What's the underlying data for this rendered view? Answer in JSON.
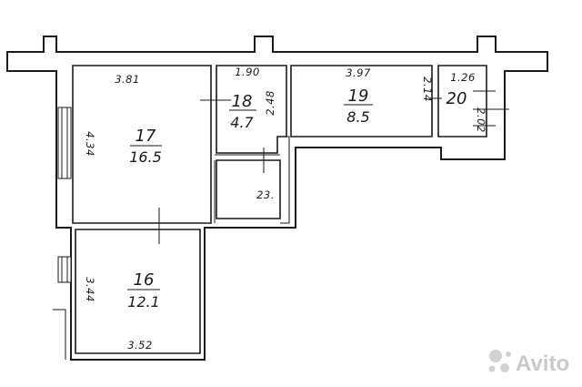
{
  "rooms": {
    "r16": {
      "number": "16",
      "area": "12.1"
    },
    "r17": {
      "number": "17",
      "area": "16.5"
    },
    "r18": {
      "number": "18",
      "area": "4.7"
    },
    "r19": {
      "number": "19",
      "area": "8.5"
    },
    "r20": {
      "number": "20",
      "area": ""
    },
    "r23": {
      "number": "23.",
      "area": ""
    }
  },
  "dimensions": {
    "top_r17": "3.81",
    "top_r18": "1.90",
    "top_r19": "3.97",
    "top_r20": "1.26",
    "left_r17": "4.34",
    "left_r16": "3.44",
    "bottom_r16": "3.52",
    "right_r18": "2.48",
    "right_r19": "2.14",
    "right_r20": "2.02"
  },
  "watermark": {
    "text": "Avito"
  }
}
